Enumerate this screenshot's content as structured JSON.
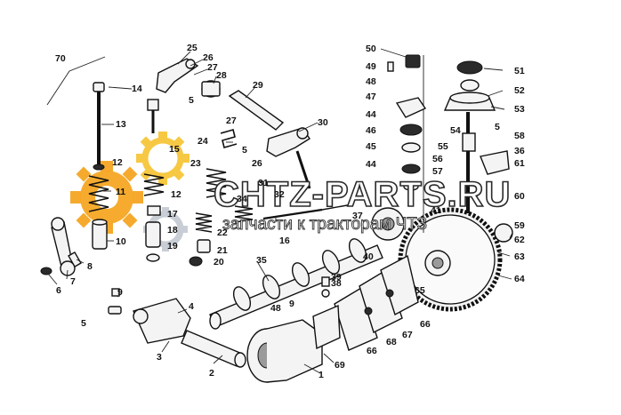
{
  "watermark": {
    "title": "CHTZ-PARTS.RU",
    "subtitle": "запчасти к тракторам ЧТЗ",
    "gear_colors": [
      "#f5a623",
      "#f7c843",
      "#c9ced6"
    ]
  },
  "labels": [
    {
      "id": "70",
      "text": "70"
    },
    {
      "id": "25",
      "text": "25"
    },
    {
      "id": "26",
      "text": "26"
    },
    {
      "id": "27a",
      "text": "27"
    },
    {
      "id": "28",
      "text": "28"
    },
    {
      "id": "5a",
      "text": "5"
    },
    {
      "id": "14",
      "text": "14"
    },
    {
      "id": "13",
      "text": "13"
    },
    {
      "id": "29",
      "text": "29"
    },
    {
      "id": "27b",
      "text": "27"
    },
    {
      "id": "24",
      "text": "24"
    },
    {
      "id": "5b",
      "text": "5"
    },
    {
      "id": "26b",
      "text": "26"
    },
    {
      "id": "30",
      "text": "30"
    },
    {
      "id": "15",
      "text": "15"
    },
    {
      "id": "12a",
      "text": "12"
    },
    {
      "id": "23",
      "text": "23"
    },
    {
      "id": "11",
      "text": "11"
    },
    {
      "id": "12b",
      "text": "12"
    },
    {
      "id": "31",
      "text": "31"
    },
    {
      "id": "32",
      "text": "32"
    },
    {
      "id": "34",
      "text": "34"
    },
    {
      "id": "17",
      "text": "17"
    },
    {
      "id": "18",
      "text": "18"
    },
    {
      "id": "22",
      "text": "22"
    },
    {
      "id": "16",
      "text": "16"
    },
    {
      "id": "10",
      "text": "10"
    },
    {
      "id": "19",
      "text": "19"
    },
    {
      "id": "21",
      "text": "21"
    },
    {
      "id": "20",
      "text": "20"
    },
    {
      "id": "9a",
      "text": "9"
    },
    {
      "id": "8",
      "text": "8"
    },
    {
      "id": "7",
      "text": "7"
    },
    {
      "id": "6",
      "text": "6"
    },
    {
      "id": "35",
      "text": "35"
    },
    {
      "id": "9b",
      "text": "9"
    },
    {
      "id": "4",
      "text": "4"
    },
    {
      "id": "5c",
      "text": "5"
    },
    {
      "id": "3",
      "text": "3"
    },
    {
      "id": "2",
      "text": "2"
    },
    {
      "id": "1",
      "text": "1"
    },
    {
      "id": "69",
      "text": "69"
    },
    {
      "id": "48",
      "text": "48"
    },
    {
      "id": "38",
      "text": "38"
    },
    {
      "id": "39",
      "text": "39"
    },
    {
      "id": "37",
      "text": "37"
    },
    {
      "id": "40",
      "text": "40"
    },
    {
      "id": "50",
      "text": "50"
    },
    {
      "id": "49",
      "text": "49"
    },
    {
      "id": "48b",
      "text": "48"
    },
    {
      "id": "47",
      "text": "47"
    },
    {
      "id": "44",
      "text": "44"
    },
    {
      "id": "46",
      "text": "46"
    },
    {
      "id": "45",
      "text": "45"
    },
    {
      "id": "44b",
      "text": "44"
    },
    {
      "id": "51",
      "text": "51"
    },
    {
      "id": "52",
      "text": "52"
    },
    {
      "id": "53",
      "text": "53"
    },
    {
      "id": "5d",
      "text": "5"
    },
    {
      "id": "58",
      "text": "58"
    },
    {
      "id": "36",
      "text": "36"
    },
    {
      "id": "61",
      "text": "61"
    },
    {
      "id": "60",
      "text": "60"
    },
    {
      "id": "59",
      "text": "59"
    },
    {
      "id": "62",
      "text": "62"
    },
    {
      "id": "63",
      "text": "63"
    },
    {
      "id": "64",
      "text": "64"
    },
    {
      "id": "65",
      "text": "65"
    },
    {
      "id": "66a",
      "text": "66"
    },
    {
      "id": "67",
      "text": "67"
    },
    {
      "id": "68",
      "text": "68"
    },
    {
      "id": "66b",
      "text": "66"
    },
    {
      "id": "55",
      "text": "55"
    },
    {
      "id": "56",
      "text": "56"
    },
    {
      "id": "57",
      "text": "57"
    },
    {
      "id": "41",
      "text": "41"
    },
    {
      "id": "54",
      "text": "54"
    }
  ]
}
